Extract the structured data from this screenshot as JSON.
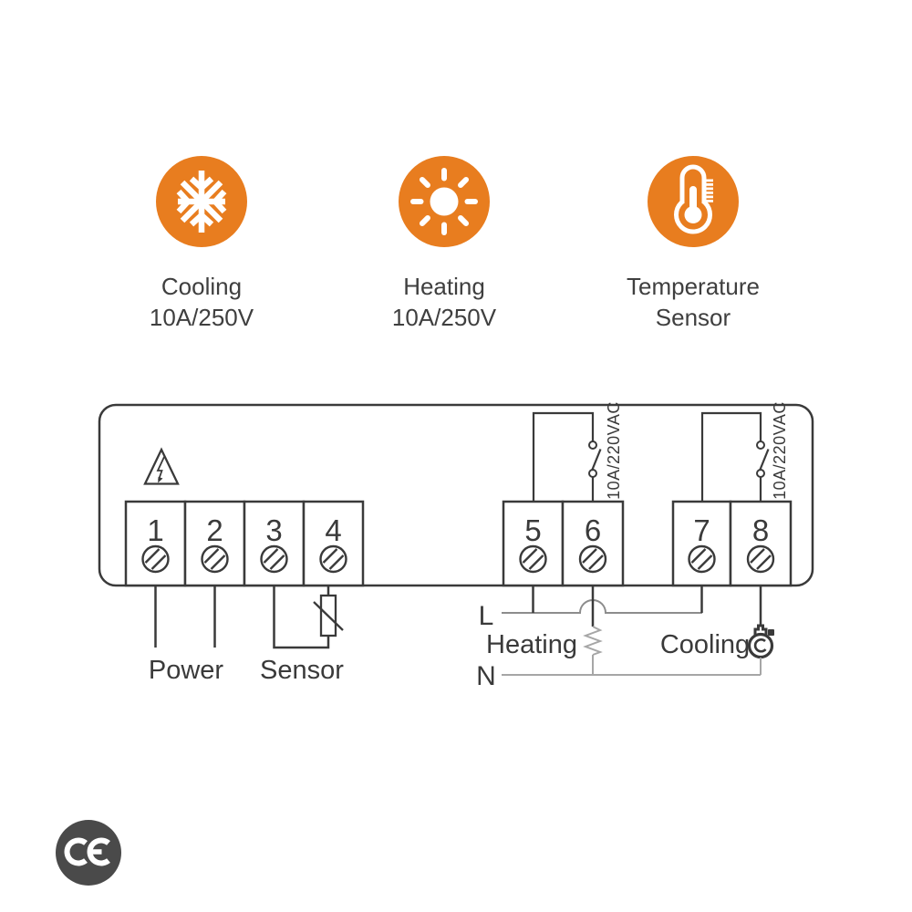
{
  "colors": {
    "accent_orange": "#E87D1F",
    "text_dark": "#3F3F3F",
    "line_dark": "#3A3A3A",
    "line_gray": "#A6A6A6",
    "line_mid_gray": "#8C8C8C",
    "ce_badge_gray": "#4A4A4A"
  },
  "features": [
    {
      "icon": "snowflake-icon",
      "label": "Cooling",
      "sub": "10A/250V"
    },
    {
      "icon": "sun-icon",
      "label": "Heating",
      "sub": "10A/250V"
    },
    {
      "icon": "thermometer-icon",
      "label": "Temperature",
      "sub": "Sensor"
    }
  ],
  "diagram": {
    "warning_icon": "high-voltage-warning",
    "terminals": [
      "1",
      "2",
      "3",
      "4",
      "5",
      "6",
      "7",
      "8"
    ],
    "relay_rating": "10A/220VAC",
    "labels": {
      "power": "Power",
      "sensor": "Sensor",
      "line": "L",
      "neutral": "N",
      "heating": "Heating",
      "cooling": "Cooling"
    }
  },
  "footer": {
    "certification": "CE"
  }
}
